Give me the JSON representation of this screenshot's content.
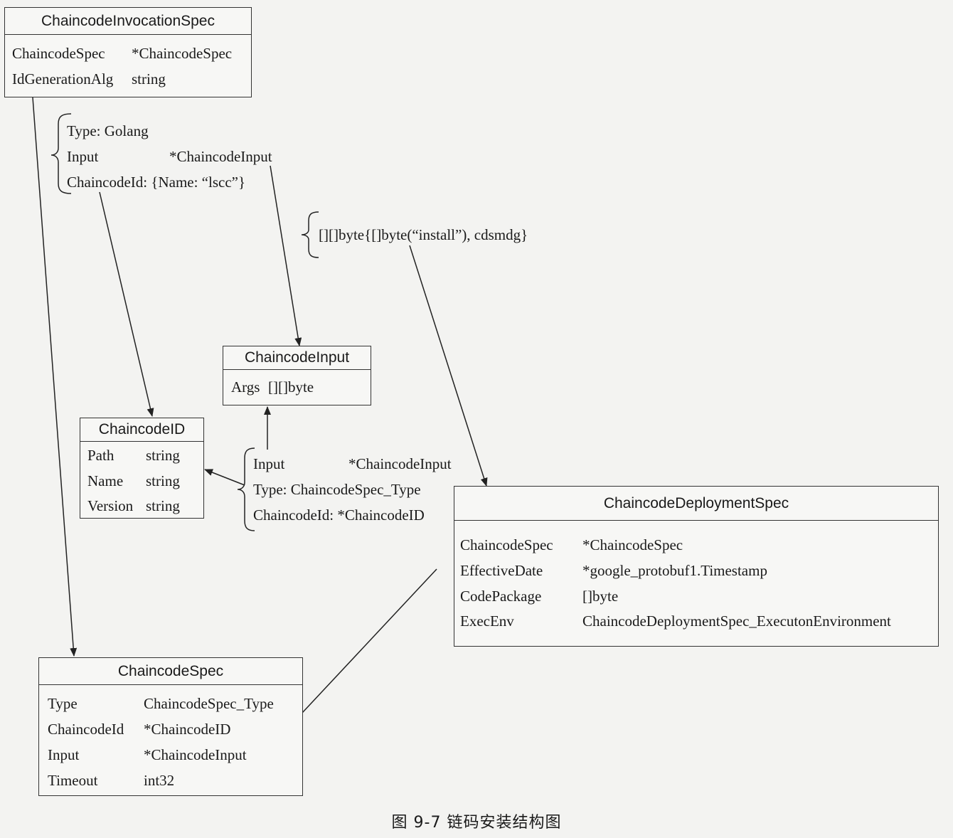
{
  "invocation_spec": {
    "title": "ChaincodeInvocationSpec",
    "rows": [
      {
        "field": "ChaincodeSpec",
        "type": "*ChaincodeSpec"
      },
      {
        "field": "IdGenerationAlg",
        "type": "string"
      }
    ]
  },
  "spec_literal": {
    "type_line": "Type: Golang",
    "input_field": "Input",
    "input_type": "*ChaincodeInput",
    "id_line": "ChaincodeId: {Name: “lscc”}"
  },
  "args_literal": "[][]byte{[]byte(“install”), cdsmdg}",
  "chaincode_input": {
    "title": "ChaincodeInput",
    "rows": [
      {
        "field": "Args",
        "type": "[][]byte"
      }
    ]
  },
  "chaincode_id": {
    "title": "ChaincodeID",
    "rows": [
      {
        "field": "Path",
        "type": "string"
      },
      {
        "field": "Name",
        "type": "string"
      },
      {
        "field": "Version",
        "type": "string"
      }
    ]
  },
  "middle_literal": {
    "input_field": "Input",
    "input_type": "*ChaincodeInput",
    "type_line": "Type: ChaincodeSpec_Type",
    "id_line": "ChaincodeId: *ChaincodeID"
  },
  "deployment_spec": {
    "title": "ChaincodeDeploymentSpec",
    "rows": [
      {
        "field": "ChaincodeSpec",
        "type": "*ChaincodeSpec"
      },
      {
        "field": "EffectiveDate",
        "type": "*google_protobuf1.Timestamp"
      },
      {
        "field": "CodePackage",
        "type": "[]byte"
      },
      {
        "field": "ExecEnv",
        "type": "ChaincodeDeploymentSpec_ExecutonEnvironment"
      }
    ]
  },
  "chaincode_spec": {
    "title": "ChaincodeSpec",
    "rows": [
      {
        "field": "Type",
        "type": "ChaincodeSpec_Type"
      },
      {
        "field": "ChaincodeId",
        "type": "*ChaincodeID"
      },
      {
        "field": "Input",
        "type": "*ChaincodeInput"
      },
      {
        "field": "Timeout",
        "type": "int32"
      }
    ]
  },
  "caption": "图 9-7    链码安装结构图"
}
